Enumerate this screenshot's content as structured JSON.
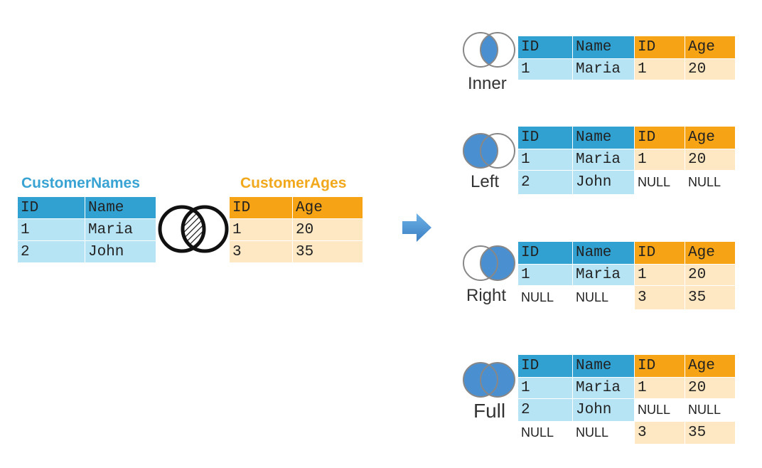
{
  "source": {
    "names": {
      "title": "CustomerNames",
      "headers": [
        "ID",
        "Name"
      ],
      "rows": [
        [
          "1",
          "Maria"
        ],
        [
          "2",
          "John"
        ]
      ]
    },
    "ages": {
      "title": "CustomerAges",
      "headers": [
        "ID",
        "Age"
      ],
      "rows": [
        [
          "1",
          "20"
        ],
        [
          "3",
          "35"
        ]
      ]
    }
  },
  "joins": {
    "inner": {
      "label": "Inner",
      "headers": [
        "ID",
        "Name",
        "ID",
        "Age"
      ],
      "rows": [
        [
          "1",
          "Maria",
          "1",
          "20"
        ]
      ]
    },
    "left": {
      "label": "Left",
      "headers": [
        "ID",
        "Name",
        "ID",
        "Age"
      ],
      "rows": [
        [
          "1",
          "Maria",
          "1",
          "20"
        ],
        [
          "2",
          "John",
          "NULL",
          "NULL"
        ]
      ]
    },
    "right": {
      "label": "Right",
      "headers": [
        "ID",
        "Name",
        "ID",
        "Age"
      ],
      "rows": [
        [
          "1",
          "Maria",
          "1",
          "20"
        ],
        [
          "NULL",
          "NULL",
          "3",
          "35"
        ]
      ]
    },
    "full": {
      "label": "Full",
      "headers": [
        "ID",
        "Name",
        "ID",
        "Age"
      ],
      "rows": [
        [
          "1",
          "Maria",
          "1",
          "20"
        ],
        [
          "2",
          "John",
          "NULL",
          "NULL"
        ],
        [
          "NULL",
          "NULL",
          "3",
          "35"
        ]
      ]
    }
  },
  "colors": {
    "blue_header": "#31a1d2",
    "blue_cell": "#b6e4f4",
    "orange_header": "#f6a415",
    "orange_cell": "#fde8c3",
    "venn_fill": "#4a8fcf"
  },
  "icons": [
    "venn-intersection-hatched-icon",
    "arrow-right-icon",
    "venn-inner-icon",
    "venn-left-icon",
    "venn-right-icon",
    "venn-full-icon"
  ]
}
